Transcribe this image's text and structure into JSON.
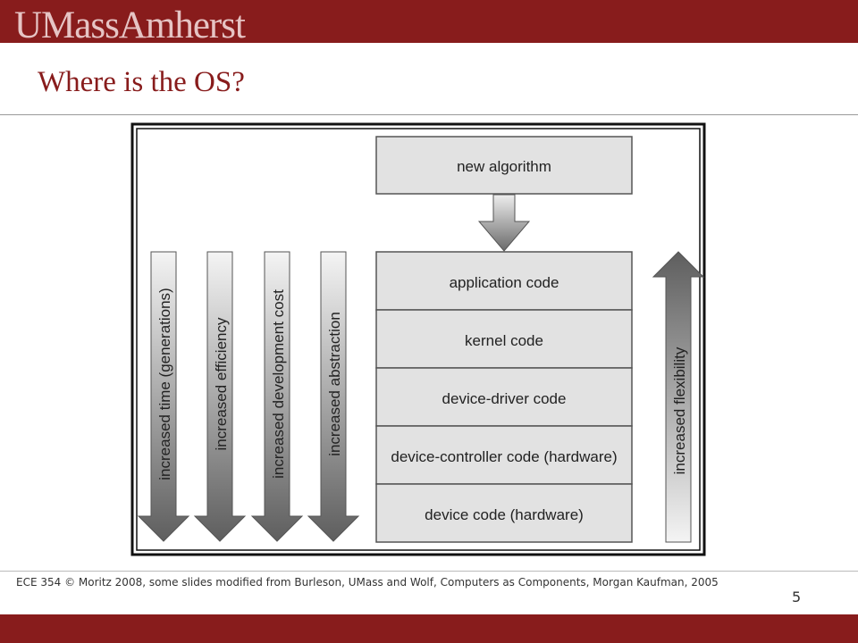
{
  "header": {
    "logo": "UMassAmherst",
    "title": "Where is the OS?"
  },
  "diagram": {
    "top_box": "new algorithm",
    "layers": [
      "application code",
      "kernel code",
      "device-driver code",
      "device-controller code (hardware)",
      "device code (hardware)"
    ],
    "down_arrows": [
      "increased time (generations)",
      "increased efficiency",
      "increased development cost",
      "increased abstraction"
    ],
    "up_arrow": "increased flexibility"
  },
  "footer": {
    "credit": "ECE 354  © Moritz 2008,  some slides modified from Burleson, UMass and Wolf, Computers as Components, Morgan Kaufman, 2005",
    "page": "5"
  }
}
